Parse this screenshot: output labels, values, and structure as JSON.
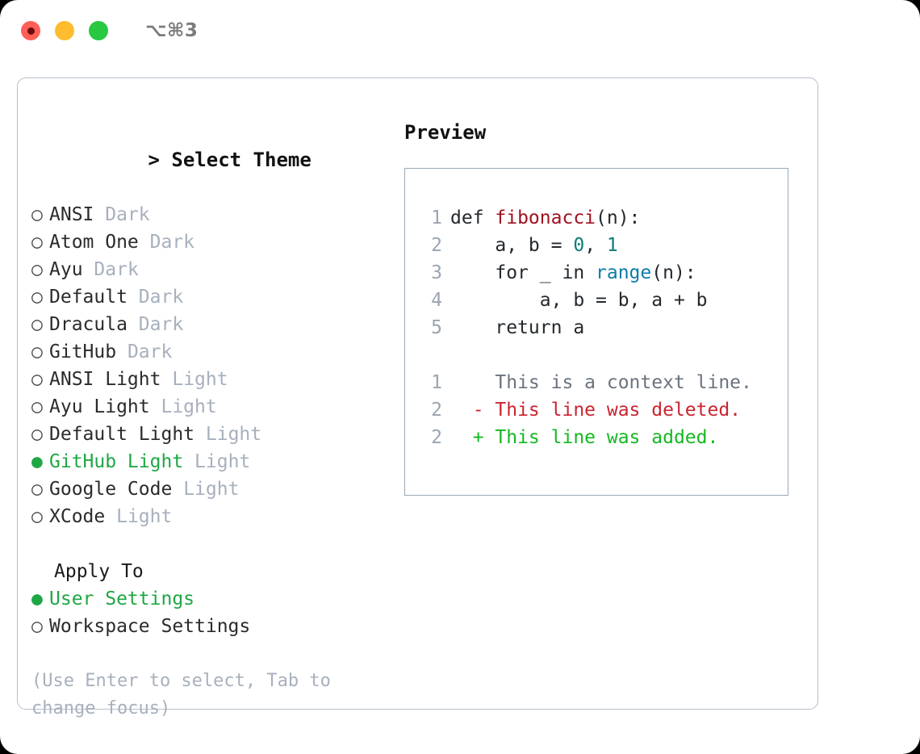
{
  "titlebar": {
    "shortcut": "⌥⌘3",
    "buttons": [
      {
        "name": "close",
        "color": "#ff5f57"
      },
      {
        "name": "minimize",
        "color": "#febc2e"
      },
      {
        "name": "maximize",
        "color": "#28c840"
      }
    ]
  },
  "theme_picker": {
    "prompt": ">",
    "title": "Select Theme",
    "bullet_on": "●",
    "bullet_off": "○",
    "selected_color": "#1fa744",
    "items": [
      {
        "name": "ANSI",
        "variant": "Dark",
        "selected": false
      },
      {
        "name": "Atom One",
        "variant": "Dark",
        "selected": false
      },
      {
        "name": "Ayu",
        "variant": "Dark",
        "selected": false
      },
      {
        "name": "Default",
        "variant": "Dark",
        "selected": false
      },
      {
        "name": "Dracula",
        "variant": "Dark",
        "selected": false
      },
      {
        "name": "GitHub",
        "variant": "Dark",
        "selected": false
      },
      {
        "name": "ANSI Light",
        "variant": "Light",
        "selected": false
      },
      {
        "name": "Ayu Light",
        "variant": "Light",
        "selected": false
      },
      {
        "name": "Default Light",
        "variant": "Light",
        "selected": false
      },
      {
        "name": "GitHub Light",
        "variant": "Light",
        "selected": true
      },
      {
        "name": "Google Code",
        "variant": "Light",
        "selected": false
      },
      {
        "name": "XCode",
        "variant": "Light",
        "selected": false
      }
    ]
  },
  "apply_to": {
    "title": "Apply To",
    "items": [
      {
        "label": "User Settings",
        "selected": true
      },
      {
        "label": "Workspace Settings",
        "selected": false
      }
    ]
  },
  "hint": {
    "text": "(Use Enter to select, Tab to change focus)"
  },
  "preview": {
    "title": "Preview",
    "code_lines": [
      {
        "num": "1",
        "tokens": [
          {
            "t": "def ",
            "c": "kw"
          },
          {
            "t": "fibonacci",
            "c": "fn"
          },
          {
            "t": "(n):",
            "c": "plain"
          }
        ]
      },
      {
        "num": "2",
        "tokens": [
          {
            "t": "    a, b = ",
            "c": "plain"
          },
          {
            "t": "0",
            "c": "num"
          },
          {
            "t": ", ",
            "c": "plain"
          },
          {
            "t": "1",
            "c": "num"
          }
        ]
      },
      {
        "num": "3",
        "tokens": [
          {
            "t": "    for _ in ",
            "c": "kw"
          },
          {
            "t": "range",
            "c": "call"
          },
          {
            "t": "(n):",
            "c": "plain"
          }
        ]
      },
      {
        "num": "4",
        "tokens": [
          {
            "t": "        a, b = b, a + b",
            "c": "plain"
          }
        ]
      },
      {
        "num": "5",
        "tokens": [
          {
            "t": "    return a",
            "c": "kw"
          }
        ]
      }
    ],
    "diff_lines": [
      {
        "num": "1",
        "marker": " ",
        "text": "This is a context line.",
        "kind": "ctx"
      },
      {
        "num": "2",
        "marker": "-",
        "text": "This line was deleted.",
        "kind": "del"
      },
      {
        "num": "2",
        "marker": "+",
        "text": "This line was added.",
        "kind": "add"
      }
    ]
  }
}
